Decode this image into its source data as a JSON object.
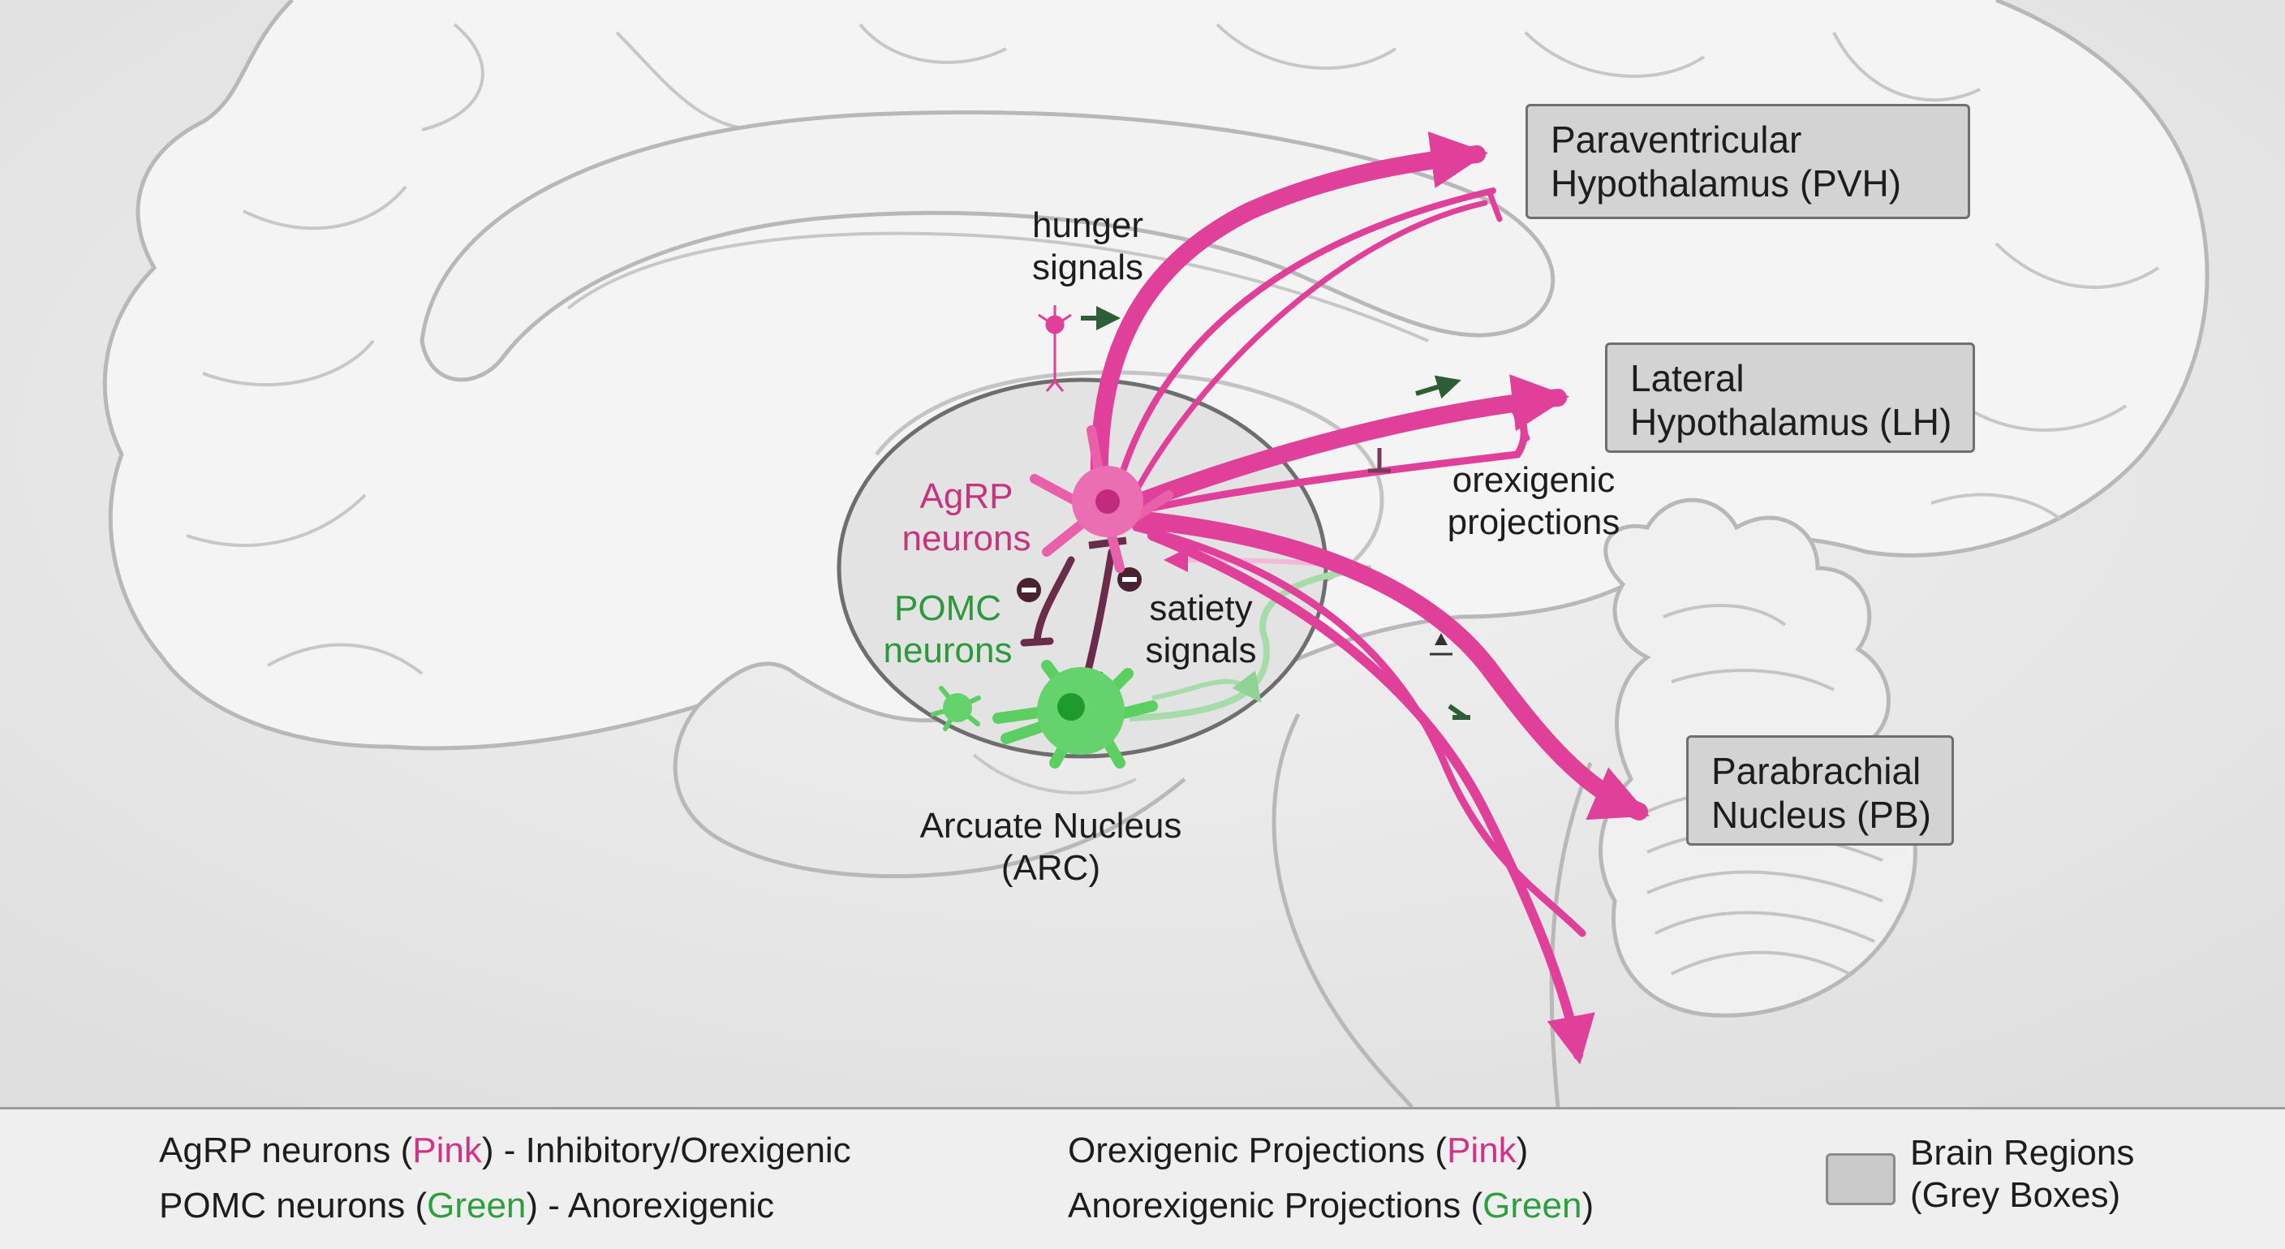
{
  "labels": {
    "hunger": "hunger\nsignals",
    "agrp": "AgRP\nneurons",
    "pomc": "POMC\nneurons",
    "satiety": "satiety\nsignals",
    "orexigenic": "orexigenic\nprojections",
    "arcuate": "Arcuate Nucleus\n(ARC)"
  },
  "regions": {
    "pvh": "Paraventricular\nHypothalamus (PVH)",
    "lh": "Lateral\nHypothalamus (LH)",
    "pb": "Parabrachial\nNucleus (PB)"
  },
  "legend": {
    "agrp": {
      "pre": "AgRP neurons (",
      "color_word": "Pink",
      "post": ") - Inhibitory/Orexigenic"
    },
    "pomc": {
      "pre": "POMC neurons (",
      "color_word": "Green",
      "post": ") - Anorexigenic"
    },
    "orexigenic": {
      "pre": "Orexigenic Projections (",
      "color_word": "Pink",
      "post": ")"
    },
    "anorexigenic": {
      "pre": "Anorexigenic Projections (",
      "color_word": "Green",
      "post": ")"
    },
    "regions": "Brain Regions\n(Grey Boxes)"
  },
  "colors": {
    "pink": "#e0409a",
    "green": "#3cc34a",
    "region_fill": "#d3d3d3",
    "outline": "#b8b8b8"
  },
  "icons": [
    "agrp-neuron-icon",
    "pomc-neuron-icon",
    "inhibition-minus-icon",
    "synapse-icon",
    "sparkle-icon"
  ]
}
